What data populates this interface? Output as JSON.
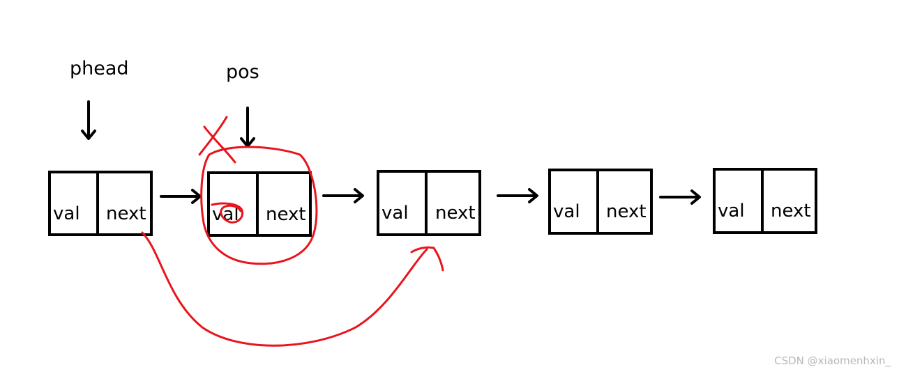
{
  "pointers": {
    "head_label": "phead",
    "pos_label": "pos"
  },
  "nodes": [
    {
      "val": "val",
      "next": "next"
    },
    {
      "val": "val",
      "next": "next"
    },
    {
      "val": "val",
      "next": "next"
    },
    {
      "val": "val",
      "next": "next"
    },
    {
      "val": "val",
      "next": "next"
    }
  ],
  "annotations": {
    "deleted_node": "pos",
    "relink": "phead.next -> node 3"
  },
  "colors": {
    "ink": "#000000",
    "annotation": "#e8141c",
    "watermark": "#b8b8b8"
  },
  "watermark": "CSDN @xiaomenhxin_"
}
